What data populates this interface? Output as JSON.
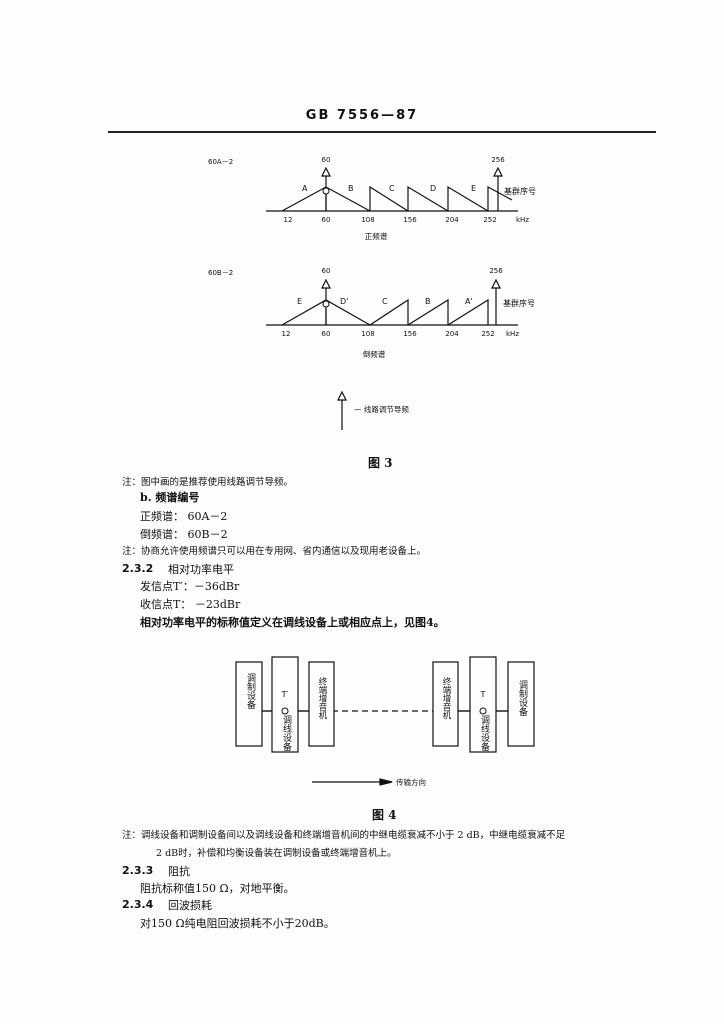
{
  "header": "GB 7556—87",
  "fig3": {
    "upright": {
      "id": "60A－2",
      "marker_left": "60",
      "marker_right": "256",
      "groups": [
        "A",
        "B",
        "C",
        "D",
        "E"
      ],
      "ticks": [
        "12",
        "60",
        "108",
        "156",
        "204",
        "252",
        "kHz"
      ],
      "baseband_label": "基群序号",
      "caption": "正频谱"
    },
    "inverted": {
      "id": "60B－2",
      "marker_left": "60",
      "marker_right": "256",
      "groups": [
        "E",
        "D'",
        "C",
        "B",
        "A'"
      ],
      "ticks": [
        "12",
        "60",
        "108",
        "156",
        "204",
        "252",
        "kHz"
      ],
      "baseband_label": "基群序号",
      "caption": "倒频谱"
    },
    "legend_label": "— 线路调节导频",
    "caption": "图 3"
  },
  "text_block_1": {
    "note1": "注：图中画的是推荐使用线路调节导频。",
    "item_b": "b.  频谱编号",
    "upright_line": "正频谱： 60A－2",
    "inverted_line": "倒频谱： 60B－2",
    "note2": "注：协商允许使用频谱只可以用在专用网、省内通信以及现用老设备上。"
  },
  "sec_232": {
    "num": "2.3.2",
    "title": "相对功率电平",
    "send": "发信点T′：－36dBr",
    "recv": "收信点T：  －23dBr",
    "text": "相对功率电平的标称值定义在调线设备上或相应点上，见图4。"
  },
  "fig4": {
    "boxes_left": [
      "调制设备",
      "调线设备",
      "终端增音机"
    ],
    "boxes_right": [
      "终端增音机",
      "调线设备",
      "调制设备"
    ],
    "point_left": "T′",
    "point_right": "T",
    "direction": "传输方向",
    "caption": "图 4"
  },
  "note_fig4": {
    "line1": "注：调线设备和调制设备间以及调线设备和终端增音机间的中继电缆衰减不小于 2 dB，中继电缆衰减不足",
    "line2": "2 dB时，补偿和均衡设备装在调制设备或终端增音机上。"
  },
  "sec_233": {
    "num": "2.3.3",
    "title": "阻抗",
    "text": "阻抗标称值150 Ω，对地平衡。"
  },
  "sec_234": {
    "num": "2.3.4",
    "title": "回波损耗",
    "text": "对150 Ω纯电阻回波损耗不小于20dB。"
  }
}
